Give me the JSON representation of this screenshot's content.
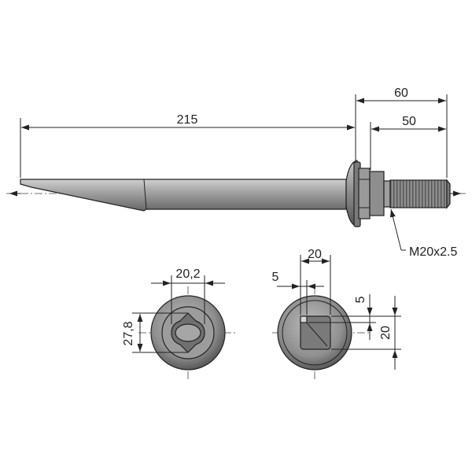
{
  "dimensions": {
    "overall_length": "215",
    "head_length": "60",
    "thread_length": "50",
    "thread_spec": "M20x2.5",
    "front_width": "20,2",
    "front_height": "27,8",
    "rear_square_width": "20",
    "rear_offset_x": "5",
    "rear_offset_y": "5",
    "rear_square_height": "20"
  },
  "colors": {
    "part_fill": "#9a9a9a",
    "part_dark": "#5e5e5e",
    "part_light": "#c4c4c4",
    "line": "#222222"
  }
}
